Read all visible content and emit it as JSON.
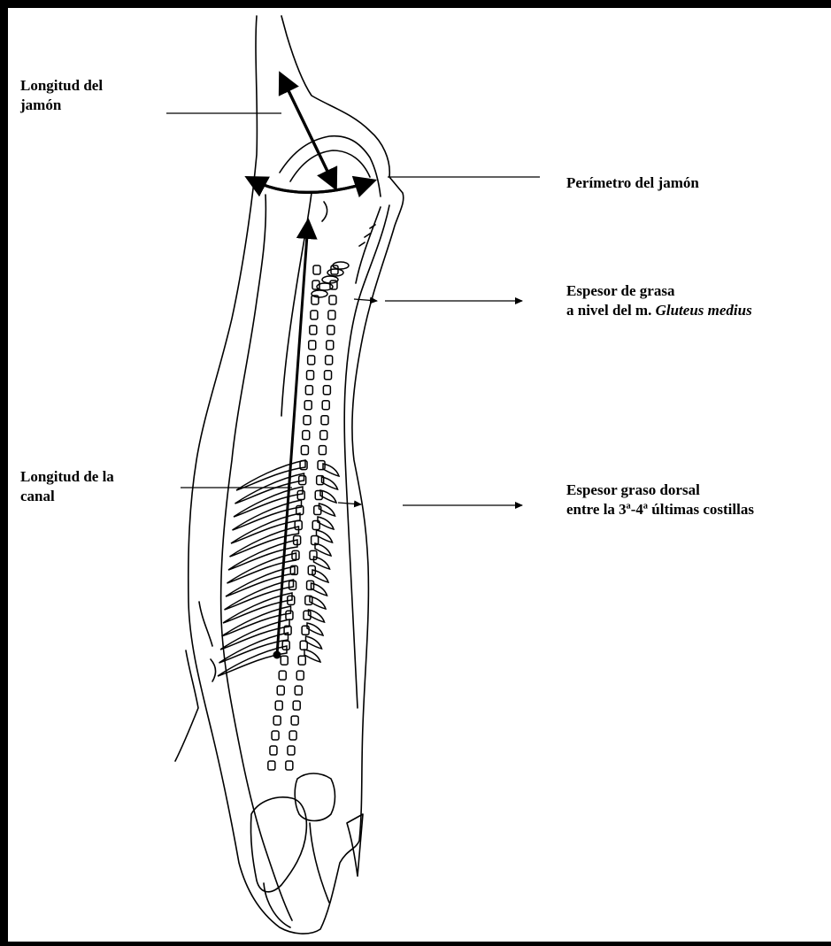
{
  "labels": {
    "longitud_jamon": {
      "line1": "Longitud del",
      "line2": "jamón"
    },
    "perimetro_jamon": {
      "text": "Perímetro del jamón"
    },
    "espesor_grasa_gluteus": {
      "line1": "Espesor de grasa",
      "line2_prefix": "a nivel del m. ",
      "line2_italic": "Gluteus medius"
    },
    "longitud_canal": {
      "line1": "Longitud de la",
      "line2": "canal"
    },
    "espesor_dorsal": {
      "line1": "Espesor graso dorsal",
      "line2": "entre la 3ª-4ª últimas costillas"
    }
  },
  "colors": {
    "ink": "#000000",
    "background": "#ffffff"
  }
}
